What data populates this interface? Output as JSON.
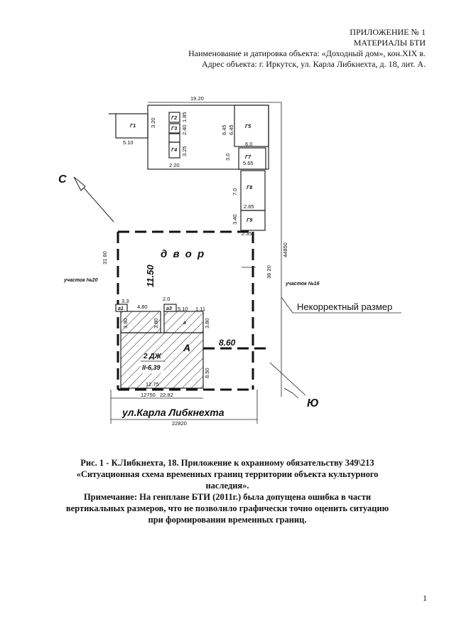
{
  "header": {
    "line1": "ПРИЛОЖЕНИЕ № 1",
    "line2": "МАТЕРИАЛЫ БТИ",
    "line3": "Наименование и датировка объекта: «Доходный дом», кон.XIX в.",
    "line4": "Адрес объекта: г. Иркутск, ул. Карла Либкнехта, д. 18, лит. А."
  },
  "plan": {
    "north_label": "С",
    "south_label": "Ю",
    "yard_label": "д в о р",
    "plot_left": "участок №20",
    "plot_right": "участок №16",
    "incorrect_note": "Некорректный размер",
    "street": "ул.Карла Либкнехта",
    "building_letter": "А",
    "floors": "2 ДЖ",
    "floors_sub": "II-6,39",
    "outbuildings": [
      "Г1",
      "Г2",
      "Г3",
      "Г4",
      "Г5",
      "Г7",
      "Г8",
      "Г9",
      "а1",
      "а3",
      "а"
    ],
    "dims": {
      "top": "19.20",
      "d320": "3.20",
      "d510": "5.10",
      "d240": "2.40",
      "d185": "1.85",
      "d325": "3.25",
      "d220": "2 20",
      "d645a": "6.45",
      "d645b": "6.45",
      "d60": "6.0",
      "d30": "3.0",
      "d565": "5.65",
      "d70": "7.0",
      "d265": "2.65",
      "d340": "3.40",
      "d235": "2.35",
      "d3160": "31 60",
      "d3620": "36 20",
      "d44850": "44850",
      "d1150": "11.50",
      "d33": "3.3",
      "d480": "4.80",
      "d20": "2.0",
      "d510b": "5.10",
      "d111": "1.11",
      "d380a": "3.80",
      "d380b": "3.80",
      "d380c": "3.80",
      "d860": "8.60",
      "d850": "8.50",
      "d1275": "12.75",
      "d1275b": "12750",
      "d2282": "22.82",
      "d22820": "22820"
    }
  },
  "caption": {
    "line1": "Рис. 1 - К.Либкнехта, 18. Приложение к охранному обязательству 349\\213",
    "line2": "«Ситуационная схема временных границ территории объекта культурного",
    "line3": "наследия».",
    "line4": "Примечание: На генплане БТИ (2011г.) была допущена ошибка в части",
    "line5": "вертикальных размеров, что не позволило графически точно оценить ситуацию",
    "line6": "при формировании временных границ."
  },
  "page_number": "1"
}
